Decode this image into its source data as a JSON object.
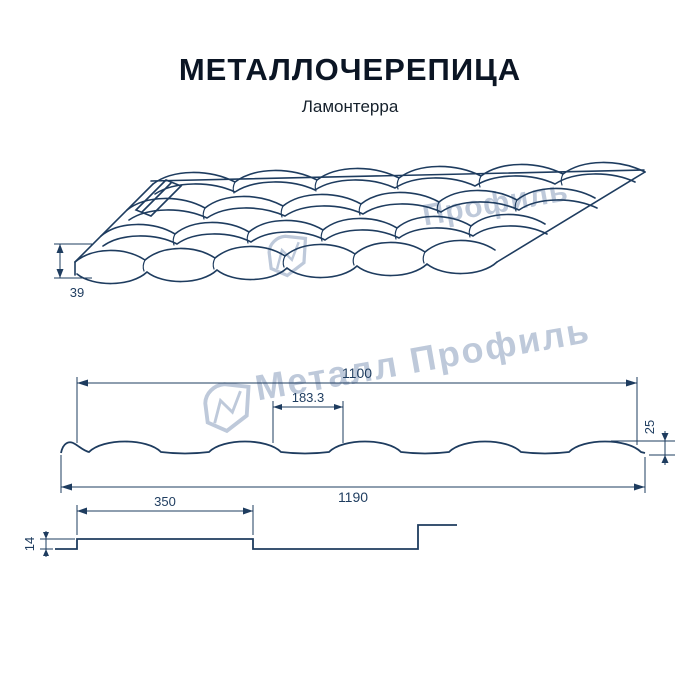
{
  "title": "МЕТАЛЛОЧЕРЕПИЦА",
  "subtitle": "Ламонтерра",
  "watermark": {
    "brand": "Металл Профиль",
    "brand_partial": "Профиль"
  },
  "dimensions": {
    "perspective": {
      "edge_height": "39"
    },
    "profile": {
      "cover_width": "1100",
      "wave_pitch": "183.3",
      "height": "25",
      "overall_width": "1190"
    },
    "step": {
      "module_length": "350",
      "step_height": "14"
    }
  },
  "colors": {
    "line": "#1e3c5f",
    "watermark": "#b7c4d6",
    "title_text": "#0b1524"
  }
}
